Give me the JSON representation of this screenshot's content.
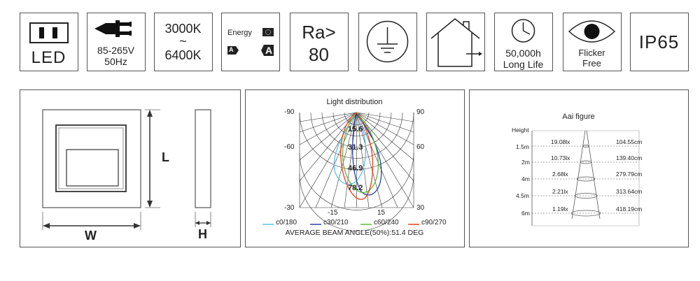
{
  "icons": {
    "led": {
      "label": "LED"
    },
    "voltage": {
      "line1": "85-265V",
      "line2": "50Hz"
    },
    "cct": {
      "line1": "3000K",
      "line2": "~",
      "line3": "6400K"
    },
    "energy": {
      "title": "Energy",
      "grade1": "A",
      "grade2": "A"
    },
    "ra": {
      "line1": "Ra>",
      "line2": "80"
    },
    "ground": {},
    "indoor": {},
    "life": {
      "line1": "50,000h",
      "line2": "Long Life"
    },
    "flicker": {
      "line1": "Flicker",
      "line2": "Free"
    },
    "ip": {
      "label": "IP65"
    }
  },
  "dimensions": {
    "length_label": "L",
    "width_label": "W",
    "height_label": "H"
  },
  "light_distribution": {
    "title": "Light distribution",
    "angle_labels": {
      "left_top": "-90",
      "right_top": "90",
      "left_mid": "-60",
      "right_mid": "60",
      "left_bottom": "-30",
      "right_bottom": "30",
      "bottom_left": "-15",
      "bottom_right": "15"
    },
    "ring_values": [
      "15.6",
      "31.3",
      "46.9",
      "78.2"
    ],
    "legend": [
      {
        "label": "c0/180",
        "color": "#5bc0e8"
      },
      {
        "label": "c30/210",
        "color": "#2b3fa8"
      },
      {
        "label": "c60/240",
        "color": "#5cb83a"
      },
      {
        "label": "c90/270",
        "color": "#e04020"
      }
    ],
    "beam_angle": "AVERAGE BEAM ANGLE(50%):51.4  DEG"
  },
  "aai": {
    "title": "Aai figure",
    "height_label": "Height",
    "rows": [
      {
        "height": "1.5m",
        "lux": "19.08lx",
        "diameter": "104.55cm"
      },
      {
        "height": "2m",
        "lux": "10.73lx",
        "diameter": "139.40cm"
      },
      {
        "height": "4m",
        "lux": "2.68lx",
        "diameter": "279.79cm"
      },
      {
        "height": "4.5m",
        "lux": "2.21lx",
        "diameter": "313.64cm"
      },
      {
        "height": "6m",
        "lux": "1.19lx",
        "diameter": "418.19cm"
      }
    ]
  }
}
